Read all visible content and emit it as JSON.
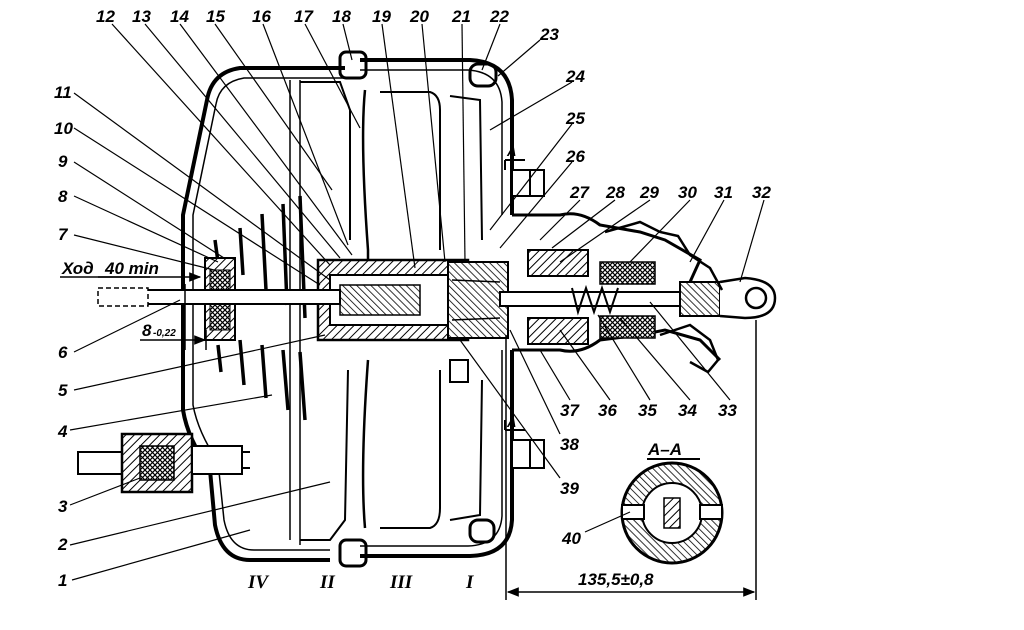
{
  "callouts": [
    "1",
    "2",
    "3",
    "4",
    "5",
    "6",
    "7",
    "8",
    "9",
    "10",
    "11",
    "12",
    "13",
    "14",
    "15",
    "16",
    "17",
    "18",
    "19",
    "20",
    "21",
    "22",
    "23",
    "24",
    "25",
    "26",
    "27",
    "28",
    "29",
    "30",
    "31",
    "32",
    "33",
    "34",
    "35",
    "36",
    "37",
    "38",
    "39",
    "40"
  ],
  "chambers": [
    "I",
    "II",
    "III",
    "IV"
  ],
  "section": {
    "title": "A–A",
    "marker": "A"
  },
  "dimensions": {
    "stroke_label": "Ход",
    "stroke_value": "40 min",
    "gap_value": "8",
    "gap_tolerance": "-0,22",
    "length": "135,5±0,8"
  }
}
